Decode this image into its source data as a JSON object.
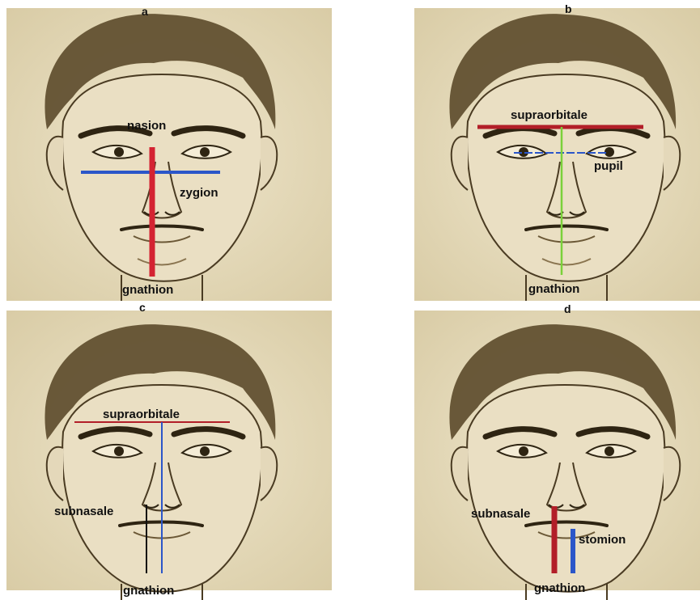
{
  "colors": {
    "red": "#d42332",
    "dark_red": "#b21e28",
    "blue": "#2b56c9",
    "green": "#7ad13a",
    "black": "#101010",
    "paper": "#e9dfc2",
    "sketch": "#5a4a2c"
  },
  "panels": [
    {
      "id": "a",
      "letter": "a",
      "labels": {
        "top": "nasion",
        "side": "zygion",
        "bottom": "gnathion"
      }
    },
    {
      "id": "b",
      "letter": "b",
      "labels": {
        "top": "supraorbitale",
        "side": "pupil",
        "bottom": "gnathion"
      }
    },
    {
      "id": "c",
      "letter": "c",
      "labels": {
        "top": "supraorbitale",
        "side": "subnasale",
        "bottom": "gnathion"
      }
    },
    {
      "id": "d",
      "letter": "d",
      "labels": {
        "side_left": "subnasale",
        "side_right": "stomion",
        "bottom": "gnathion"
      }
    }
  ]
}
